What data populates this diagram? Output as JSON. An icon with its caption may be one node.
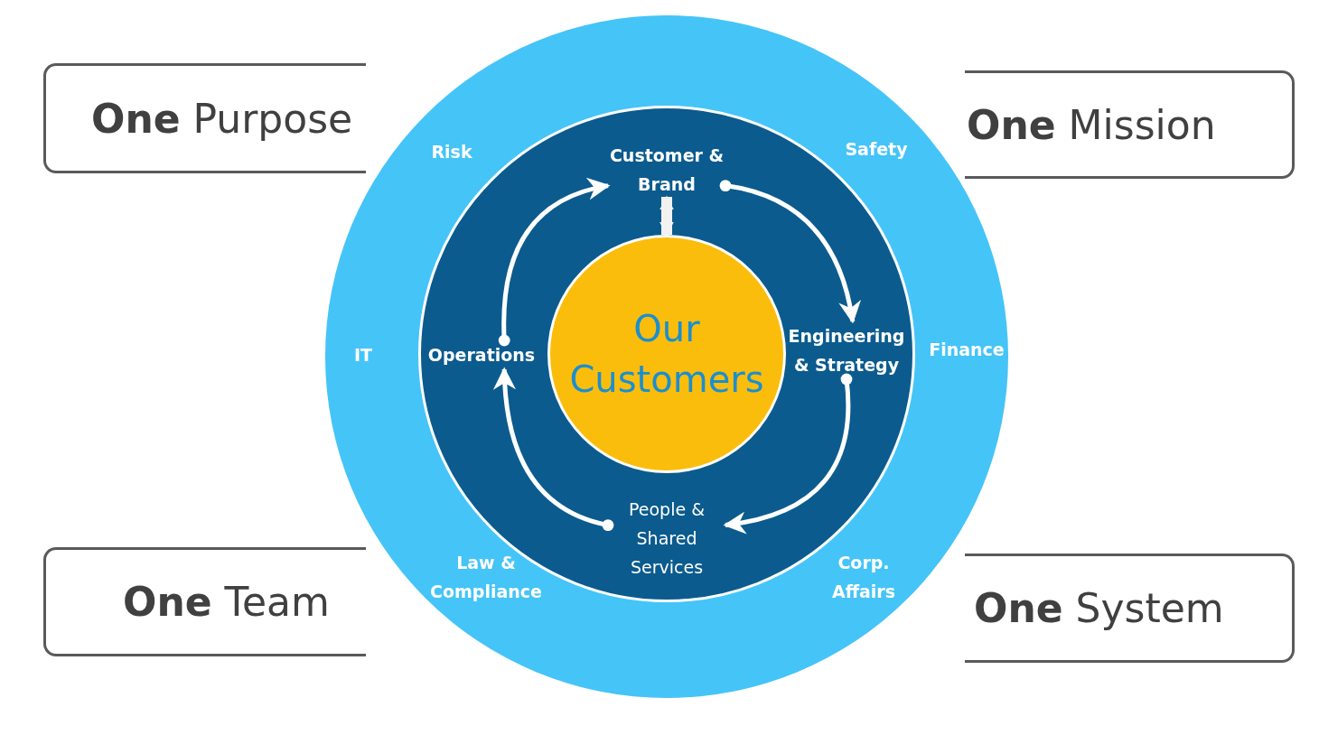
{
  "diagram": {
    "nodes": [
      {
        "text": [
          "**One** Purpose"
        ]
      },
      {
        "text": [
          "**One** Mission"
        ]
      },
      {
        "text": [],
        "shape": "circle"
      },
      {
        "text": [],
        "shape": "circle",
        "in": 2
      },
      {
        "text": [
          "Customer & Brand"
        ],
        "in": 3
      },
      {
        "text": [
          "Operations"
        ],
        "in": 3
      },
      {
        "text": [
          "Our Customers"
        ],
        "in": 3
      },
      {
        "text": [
          "Engineering & Strategy"
        ],
        "in": 3
      },
      {
        "text": [
          "People & Shared Services"
        ],
        "in": 3
      },
      {
        "text": [
          "**One** Team"
        ]
      },
      {
        "text": [
          "**One** System"
        ]
      }
    ],
    "edges": [
      {
        "from": 4,
        "to": 7,
        "arrow": "to"
      },
      {
        "from": 7,
        "to": 8,
        "arrow": "to"
      },
      {
        "from": 8,
        "to": 5,
        "arrow": "to"
      },
      {
        "from": 5,
        "to": 4,
        "arrow": "to"
      },
      {
        "from": 4,
        "to": 6,
        "arrow": "both",
        "style": "thick"
      }
    ],
    "labels": [
      "Risk",
      "Safety",
      "IT",
      "Finance",
      "Law & Compliance",
      "Corp. Affairs"
    ]
  }
}
